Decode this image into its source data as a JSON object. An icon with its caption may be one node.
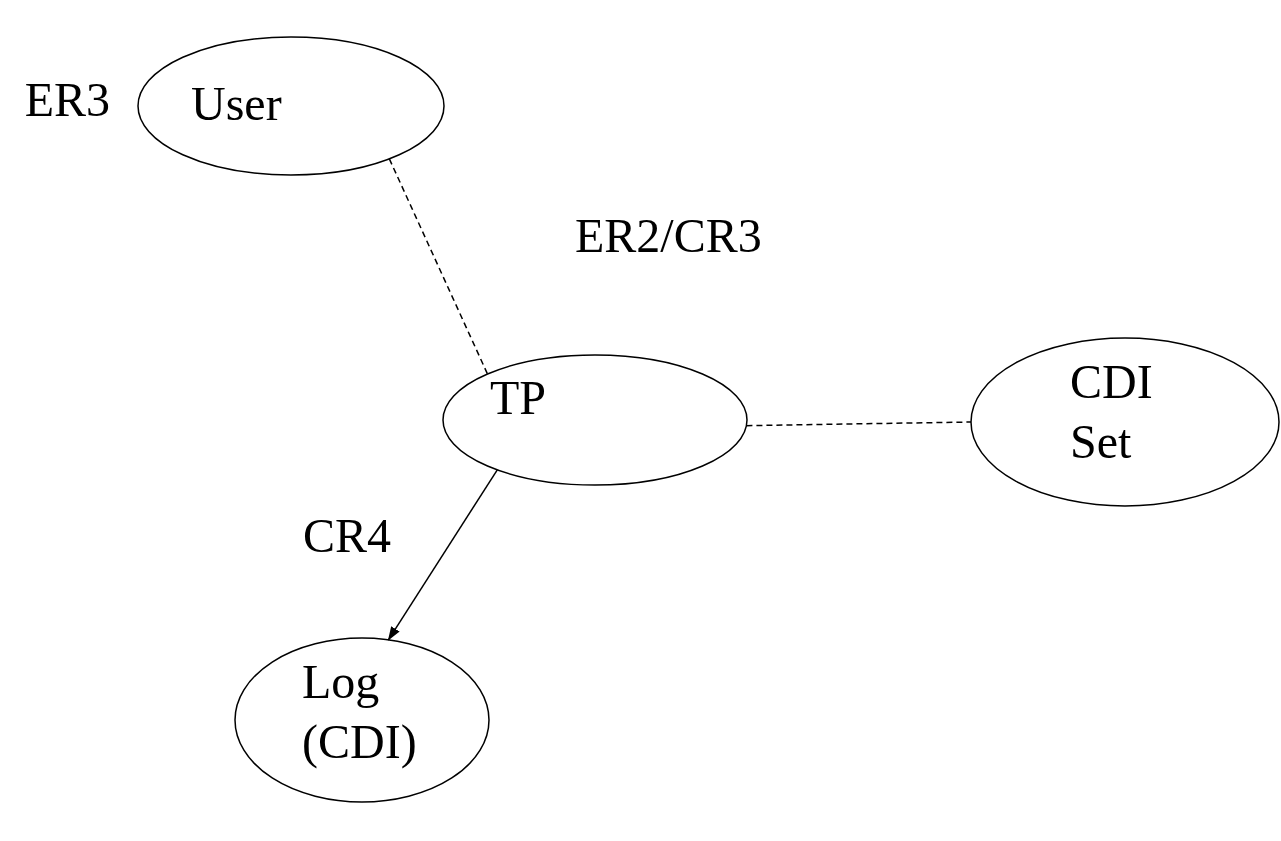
{
  "diagram": {
    "nodes": [
      {
        "text": [
          "User"
        ],
        "beside": [
          "ER3"
        ]
      },
      {
        "text": [
          "TP"
        ]
      },
      {
        "text": [
          "CDI Set"
        ]
      },
      {
        "text": [
          "Log (CDI)"
        ]
      }
    ],
    "edges": [
      {
        "from": 0,
        "to": 1,
        "arrow": "none",
        "style": "dashed"
      },
      {
        "from": 1,
        "to": 2,
        "arrow": "none",
        "style": "dashed"
      },
      {
        "from": 1,
        "to": 3,
        "arrow": "to",
        "label": "CR4"
      }
    ],
    "labels": [
      "ER2/CR3"
    ]
  }
}
